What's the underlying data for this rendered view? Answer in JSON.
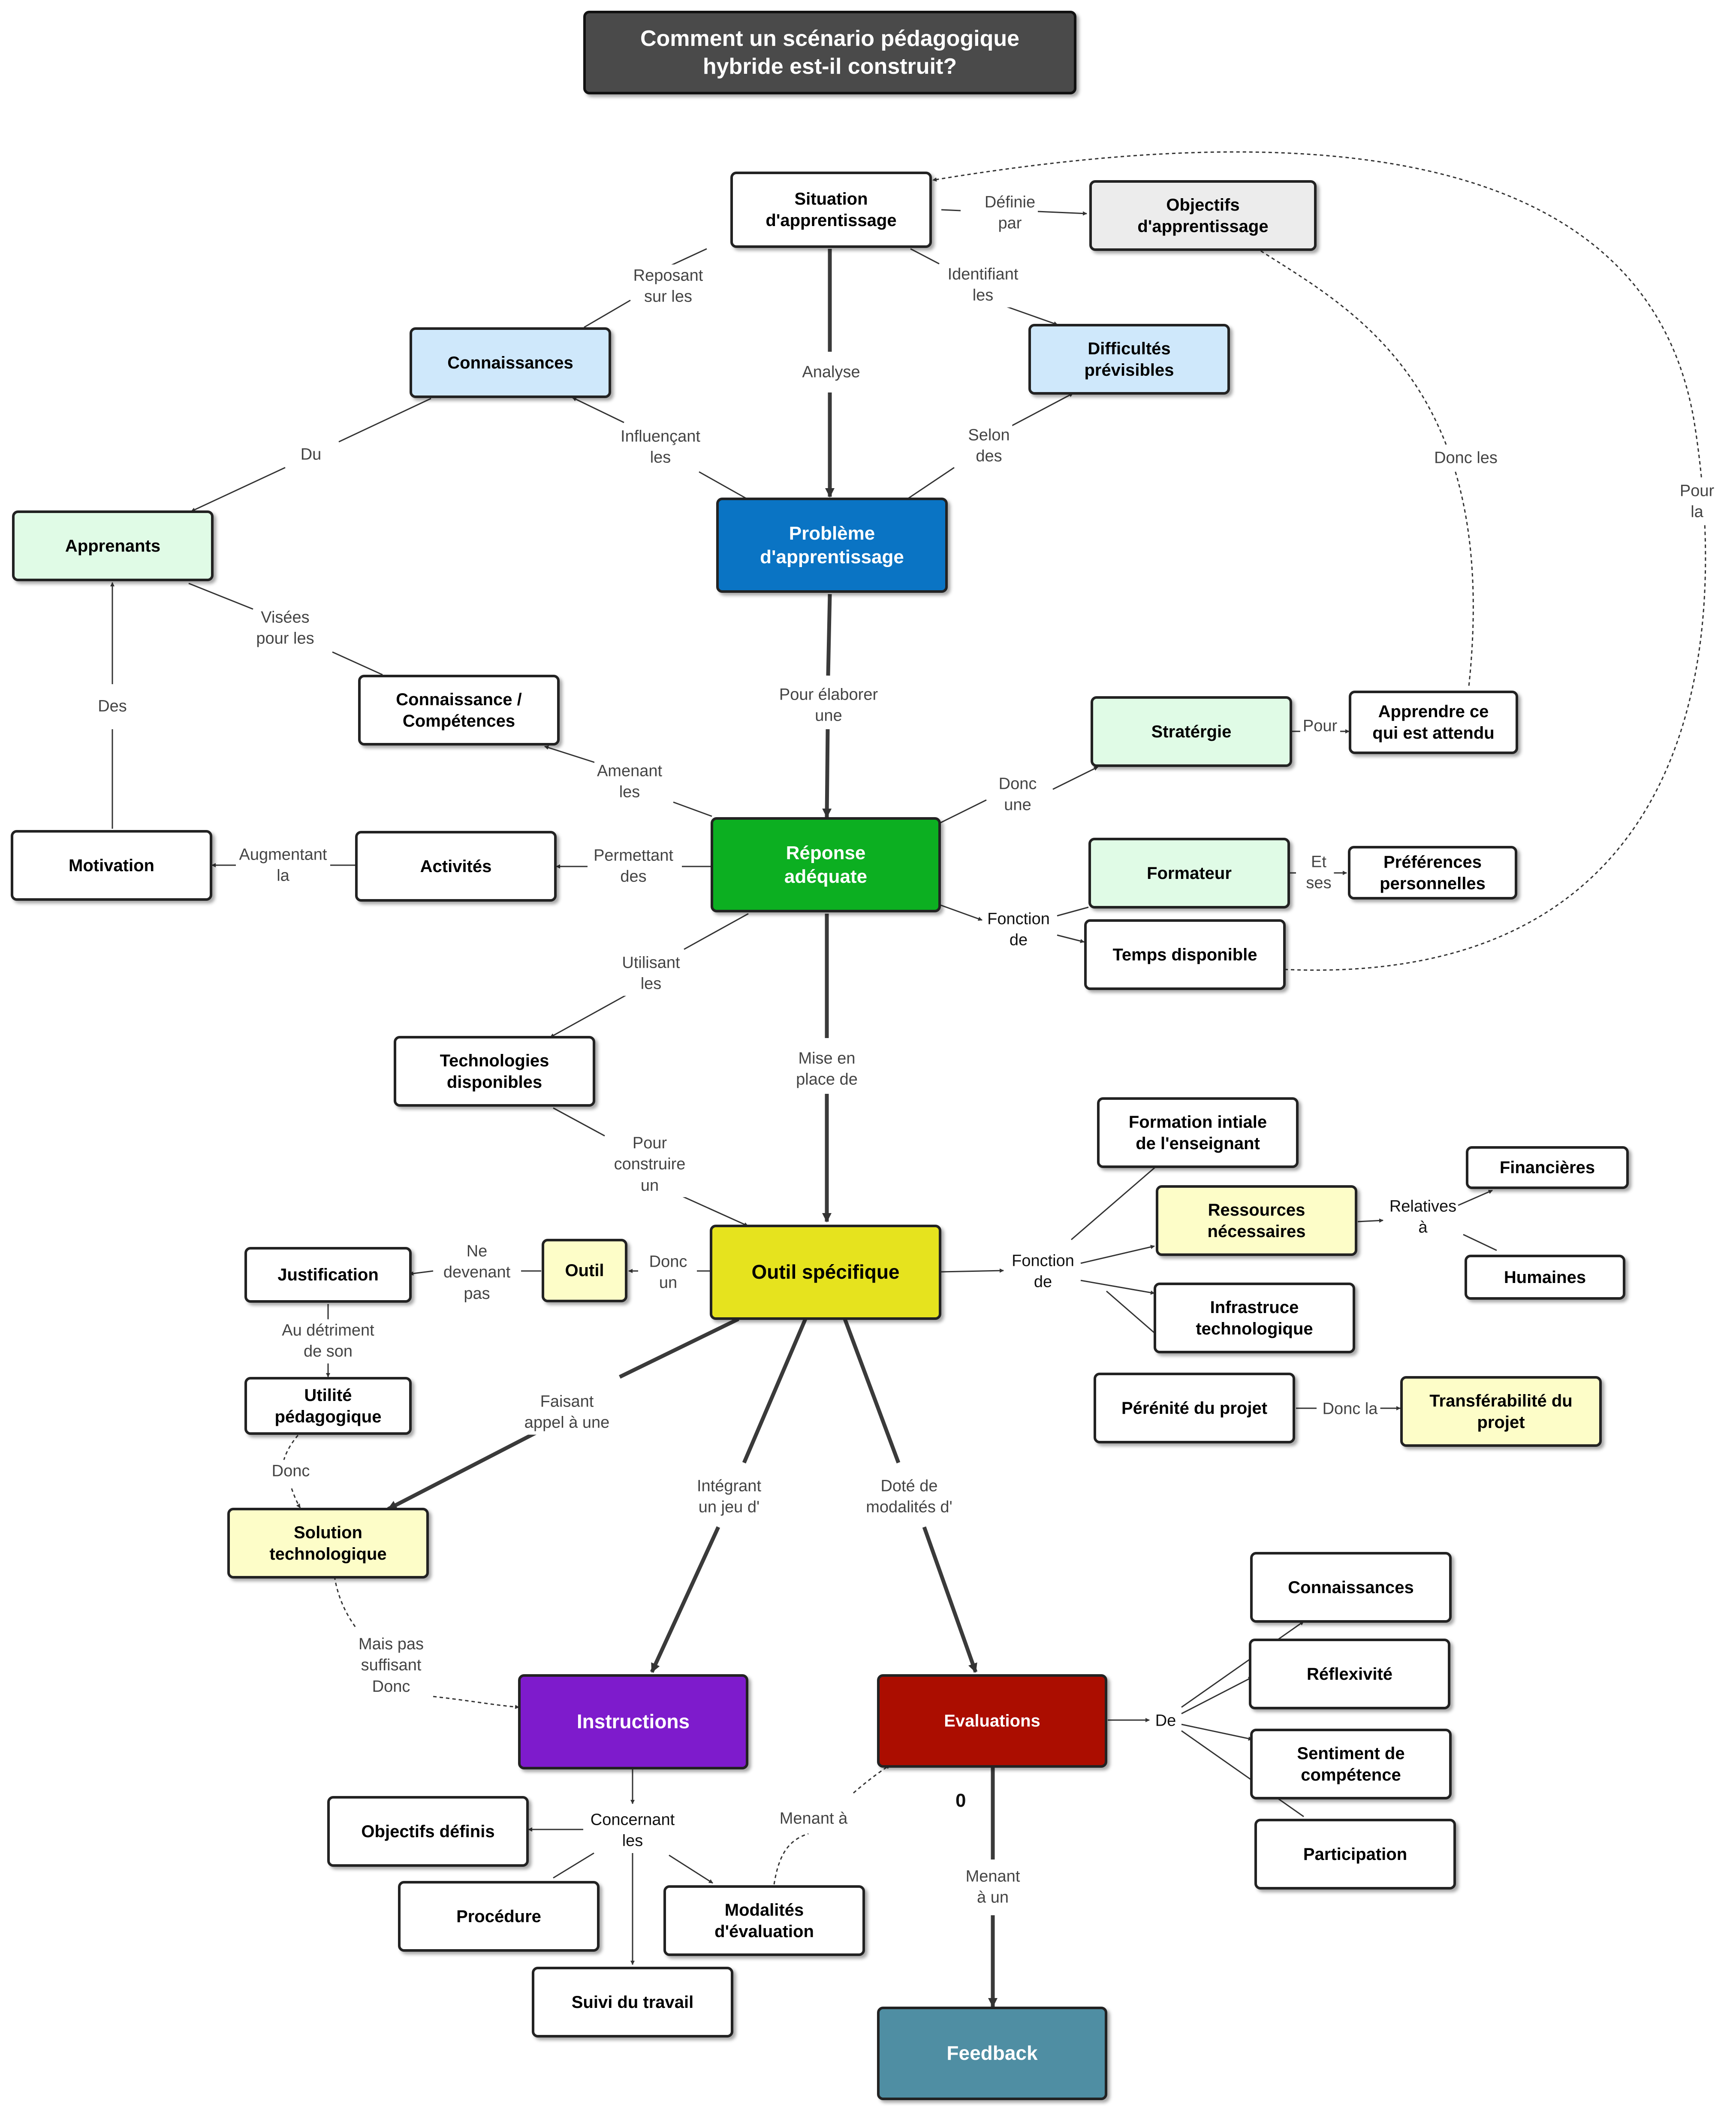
{
  "title": "Comment un scénario pédagogique\nhybride est-il construit?",
  "nodes": {
    "situation": "Situation\nd'apprentissage",
    "objectifs_apprentissage": "Objectifs\nd'apprentissage",
    "connaissances_top": "Connaissances",
    "difficultes": "Difficultés\nprévisibles",
    "apprenants": "Apprenants",
    "probleme": "Problème\nd'apprentissage",
    "connaissance_competences": "Connaissance /\nCompétences",
    "strategie": "Stratérgie",
    "apprendre": "Apprendre ce\nqui est attendu",
    "motivation": "Motivation",
    "activites": "Activités",
    "reponse": "Réponse\nadéquate",
    "formateur": "Formateur",
    "preferences": "Préférences\npersonnelles",
    "temps": "Temps disponible",
    "technologies": "Technologies\ndisponibles",
    "formation_initiale": "Formation intiale\nde l'enseignant",
    "financieres": "Financières",
    "ressources": "Ressources\nnécessaires",
    "humaines": "Humaines",
    "justification": "Justification",
    "outil": "Outil",
    "outil_specifique": "Outil spécifique",
    "infrastructure": "Infrastruce\ntechnologique",
    "utilite": "Utilité\npédagogique",
    "perennite": "Pérénité  du projet",
    "transferabilite": "Transférabilité du\nprojet",
    "solution": "Solution\ntechnologique",
    "connaissances_eval": "Connaissances",
    "reflexivite": "Réflexivité",
    "instructions": "Instructions",
    "evaluations": "Evaluations",
    "sentiment": "Sentiment de\ncompétence",
    "objectifs_definis": "Objectifs définis",
    "participation": "Participation",
    "procedure": "Procédure",
    "modalites": "Modalités\nd'évaluation",
    "suivi": "Suivi du travail",
    "feedback": "Feedback"
  },
  "labels": {
    "definie_par": "Définie\npar",
    "reposant": "Reposant\nsur les",
    "identifiant": "Identifiant\nles",
    "analyse": "Analyse",
    "du": "Du",
    "influencant": "Influençant\nles",
    "selon_des": "Selon\ndes",
    "donc_les": "Donc les",
    "pour_la": "Pour la",
    "visees": "Visées\npour les",
    "des": "Des",
    "pour_elaborer": "Pour élaborer\nune",
    "pour": "Pour",
    "amenant": "Amenant\nles",
    "donc_une": "Donc\nune",
    "augmentant": "Augmentant\nla",
    "permettant": "Permettant\ndes",
    "et_ses": "Et\nses",
    "fonction_de_1": "Fonction\nde",
    "utilisant": "Utilisant\nles",
    "mise_en_place": "Mise en\nplace de",
    "pour_construire": "Pour\nconstruire\nun",
    "relatives": "Relatives\nà",
    "ne_devenant": "Ne\ndevenant\npas",
    "donc_un": "Donc\nun",
    "fonction_de_2": "Fonction\nde",
    "au_detriment": "Au détriment\nde son",
    "faisant_appel": "Faisant\nappel à une",
    "donc_la": "Donc la",
    "donc": "Donc",
    "integrant": "Intégrant\nun jeu d'",
    "dote_de": "Doté de\nmodalités d'",
    "mais_pas": "Mais pas\nsuffisant\nDonc",
    "de": "De",
    "zero": "0",
    "concernant": "Concernant\nles",
    "menant_a": "Menant à",
    "menant_a_un": "Menant\nà un"
  },
  "colors": {
    "title_bg": "#4a4a4a",
    "probleme": "#0a74c4",
    "reponse": "#0caf21",
    "outil_specifique": "#e6e31e",
    "instructions": "#7e1bcc",
    "evaluations": "#ab0d00",
    "feedback": "#4f8ea3",
    "light_blue": "#cfe8fb",
    "light_green": "#e0fbe6",
    "light_yellow": "#fdfdc8",
    "light_grey": "#ececec"
  }
}
